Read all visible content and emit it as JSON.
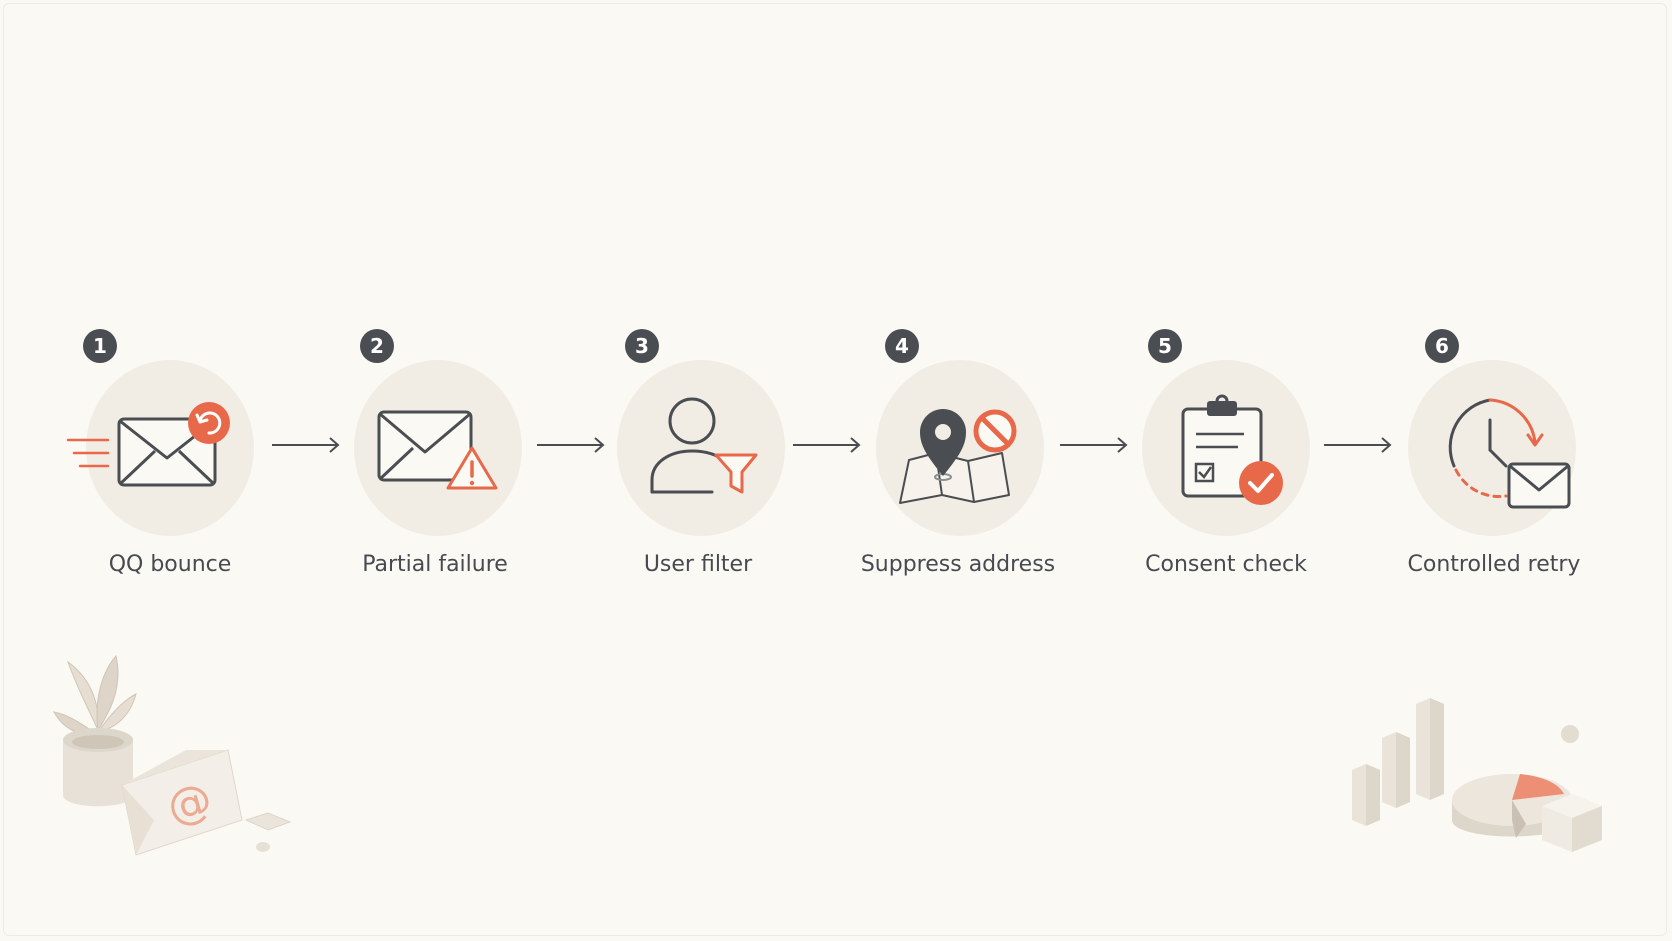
{
  "diagram": {
    "steps": [
      {
        "number": "1",
        "label": "QQ bounce",
        "icon": "envelope-bounce-icon"
      },
      {
        "number": "2",
        "label": "Partial failure",
        "icon": "envelope-warning-icon"
      },
      {
        "number": "3",
        "label": "User filter",
        "icon": "user-filter-icon"
      },
      {
        "number": "4",
        "label": "Suppress address",
        "icon": "map-pin-blocked-icon"
      },
      {
        "number": "5",
        "label": "Consent check",
        "icon": "clipboard-check-icon"
      },
      {
        "number": "6",
        "label": "Controlled retry",
        "icon": "clock-retry-envelope-icon"
      }
    ],
    "decorations": {
      "left": "plant-and-email-at-icon",
      "right": "bar-and-pie-chart-icon"
    },
    "colors": {
      "background": "#fbf9f4",
      "disc": "#f1ece4",
      "badge": "#4a4d52",
      "stroke": "#4a4d52",
      "accent": "#e8694a",
      "label": "#474a50"
    }
  }
}
